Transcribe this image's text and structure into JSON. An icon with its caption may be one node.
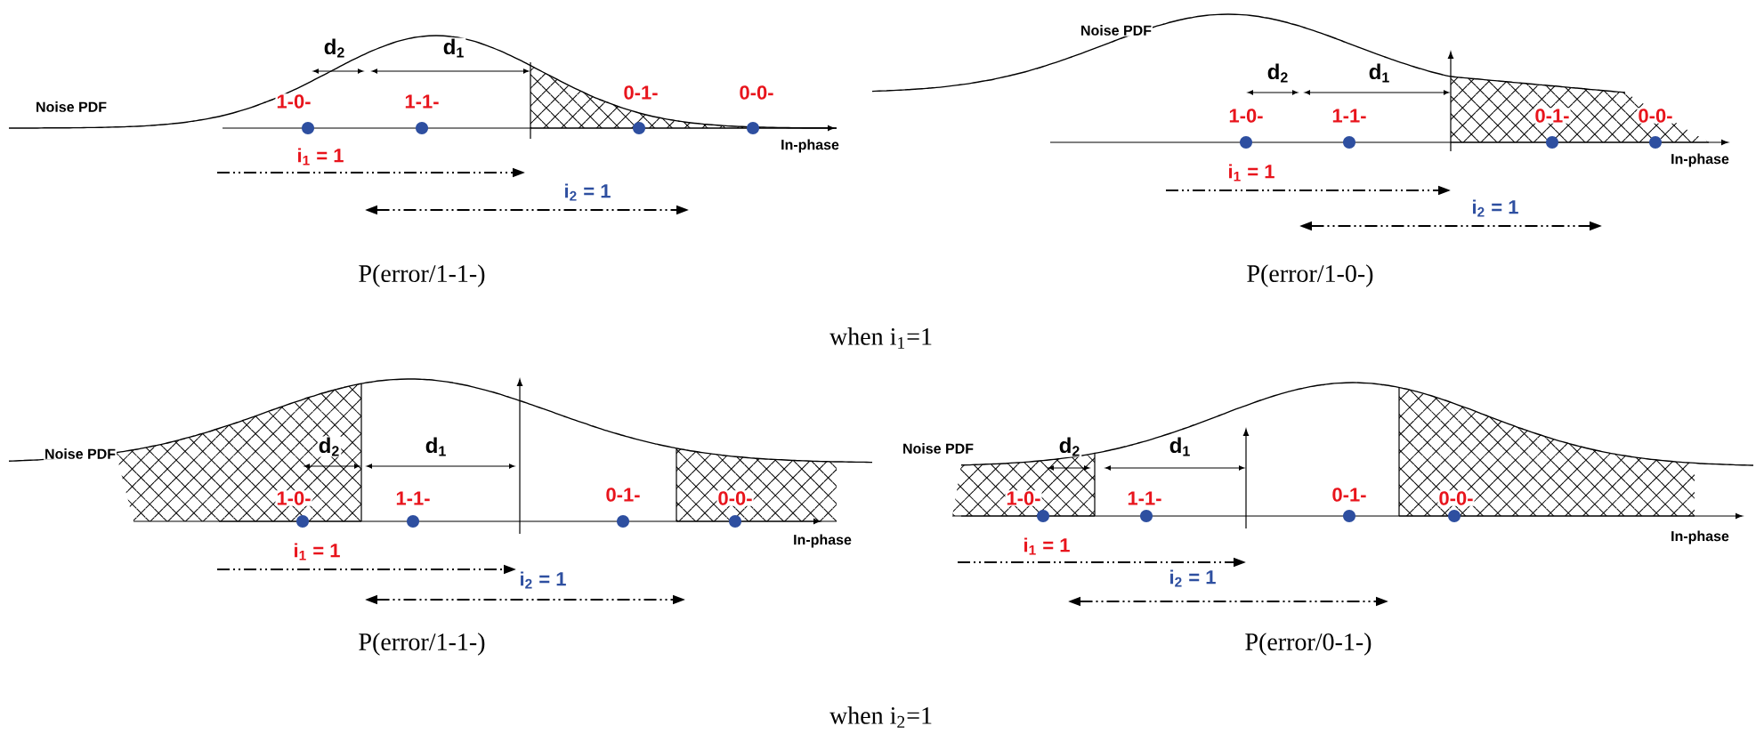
{
  "diagram": {
    "labels": [
      "d$_{2}$",
      "d$_{1}$",
      "Noise PDF",
      "1-0-",
      "1-1-",
      "0-1-",
      "0-0-",
      "In-phase",
      "i$_{1}$ = 1",
      "i$_{2}$ = 1",
      "d$_{2}$",
      "d$_{1}$",
      "Noise PDF",
      "1-0-",
      "1-1-",
      "0-1-",
      "0-0-",
      "In-phase",
      "i$_{1}$ = 1",
      "i$_{2}$ = 1",
      "P(error/1-1-)",
      "P(error/1-0-)",
      "when i$_{1}$=1",
      "d$_{2}$",
      "d$_{1}$",
      "Noise PDF",
      "1-0-",
      "1-1-",
      "0-1-",
      "0-0-",
      "In-phase",
      "i$_{1}$ = 1",
      "i$_{2}$ = 1",
      "d$_{2}$",
      "d$_{1}$",
      "Noise PDF",
      "1-0-",
      "1-1-",
      "0-1-",
      "0-0-",
      "In-phase",
      "i$_{1}$ = 1",
      "i$_{2}$ = 1",
      "P(error/1-1-)",
      "P(error/0-1-)",
      "when i$_{2}$=1"
    ]
  }
}
